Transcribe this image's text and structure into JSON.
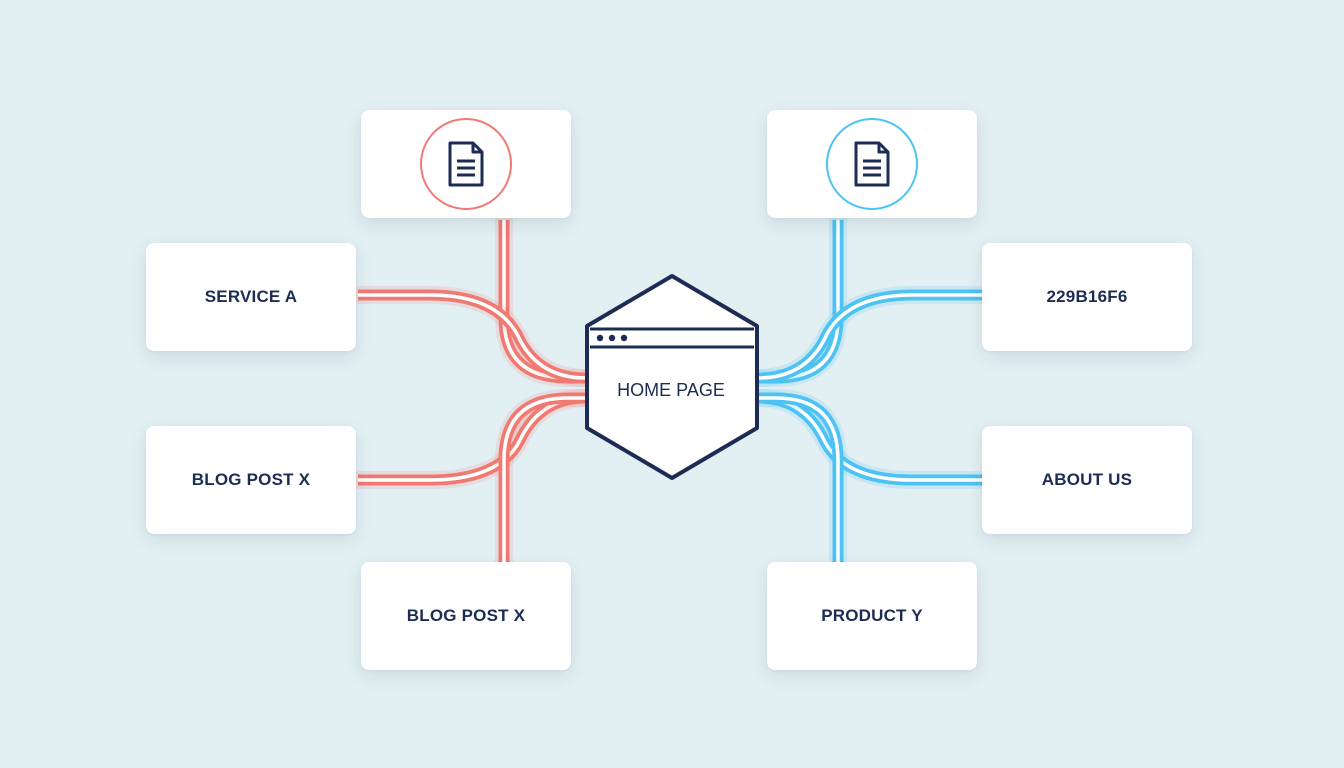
{
  "colors": {
    "background": "#e2eff3",
    "left_connector": "#f07a72",
    "right_connector": "#4cc3f2",
    "navy": "#1d2c54",
    "card": "#ffffff"
  },
  "center": {
    "label": "HOME PAGE",
    "icon": "browser-window-icon"
  },
  "left_nodes": {
    "top_icon": "document-icon",
    "service": "SERVICE A",
    "blog_left": "BLOG POST X",
    "blog_bottom": "BLOG POST X"
  },
  "right_nodes": {
    "top_icon": "document-icon",
    "code": "229B16F6",
    "about": "ABOUT US",
    "product": "PRODUCT Y"
  }
}
